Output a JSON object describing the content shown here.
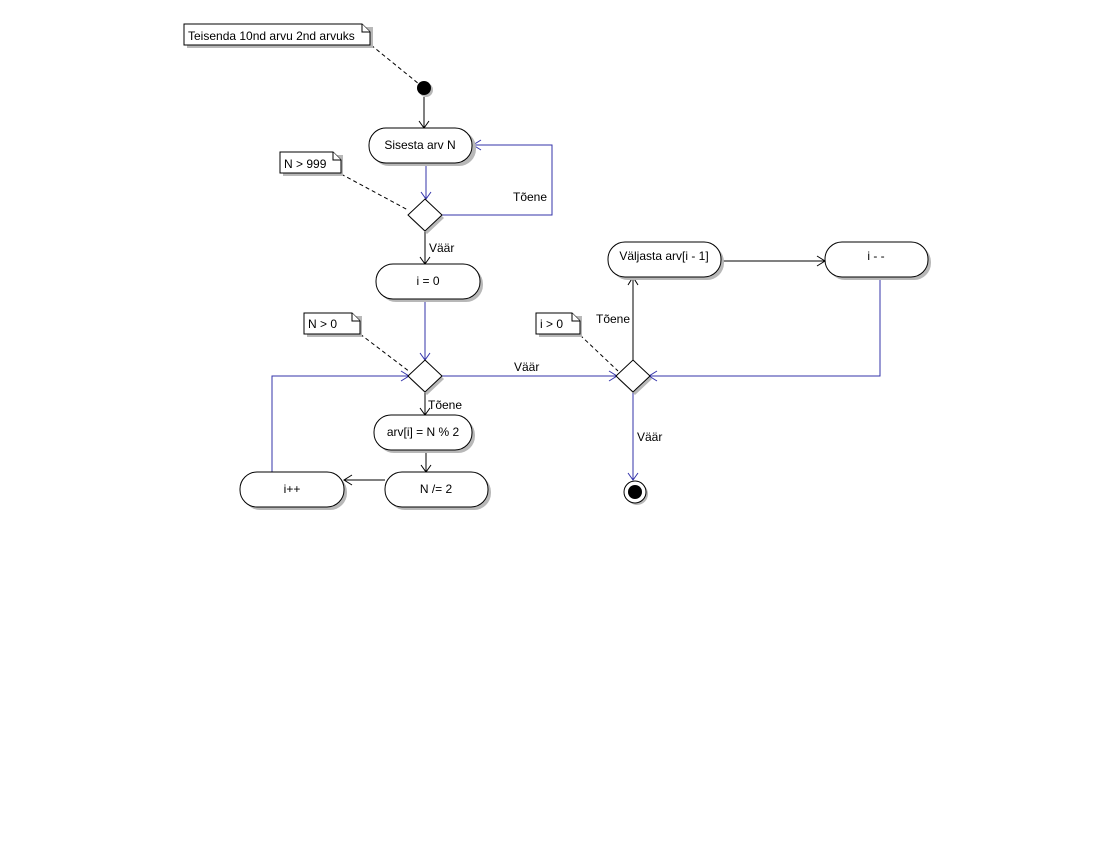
{
  "note_title": "Teisenda 10nd arvu 2nd arvuks",
  "notes": {
    "n_gt_999": "N > 999",
    "n_gt_0": "N > 0",
    "i_gt_0": "i > 0"
  },
  "actions": {
    "input_n": "Sisesta arv N",
    "init_i": "i = 0",
    "remainder": "arv[i] = N % 2",
    "divide": "N /= 2",
    "increment": "i++",
    "output": "Väljasta arv[i - 1]",
    "decrement": "i - -"
  },
  "guards": {
    "input_true": "Tõene",
    "input_false": "Väär",
    "loop_true": "Tõene",
    "loop_false": "Väär",
    "out_true": "Tõene",
    "out_false": "Väär"
  },
  "colors": {
    "flow_line": "#3333aa",
    "outline": "#000000",
    "shadow": "#b8b8b8",
    "background": "#ffffff"
  }
}
